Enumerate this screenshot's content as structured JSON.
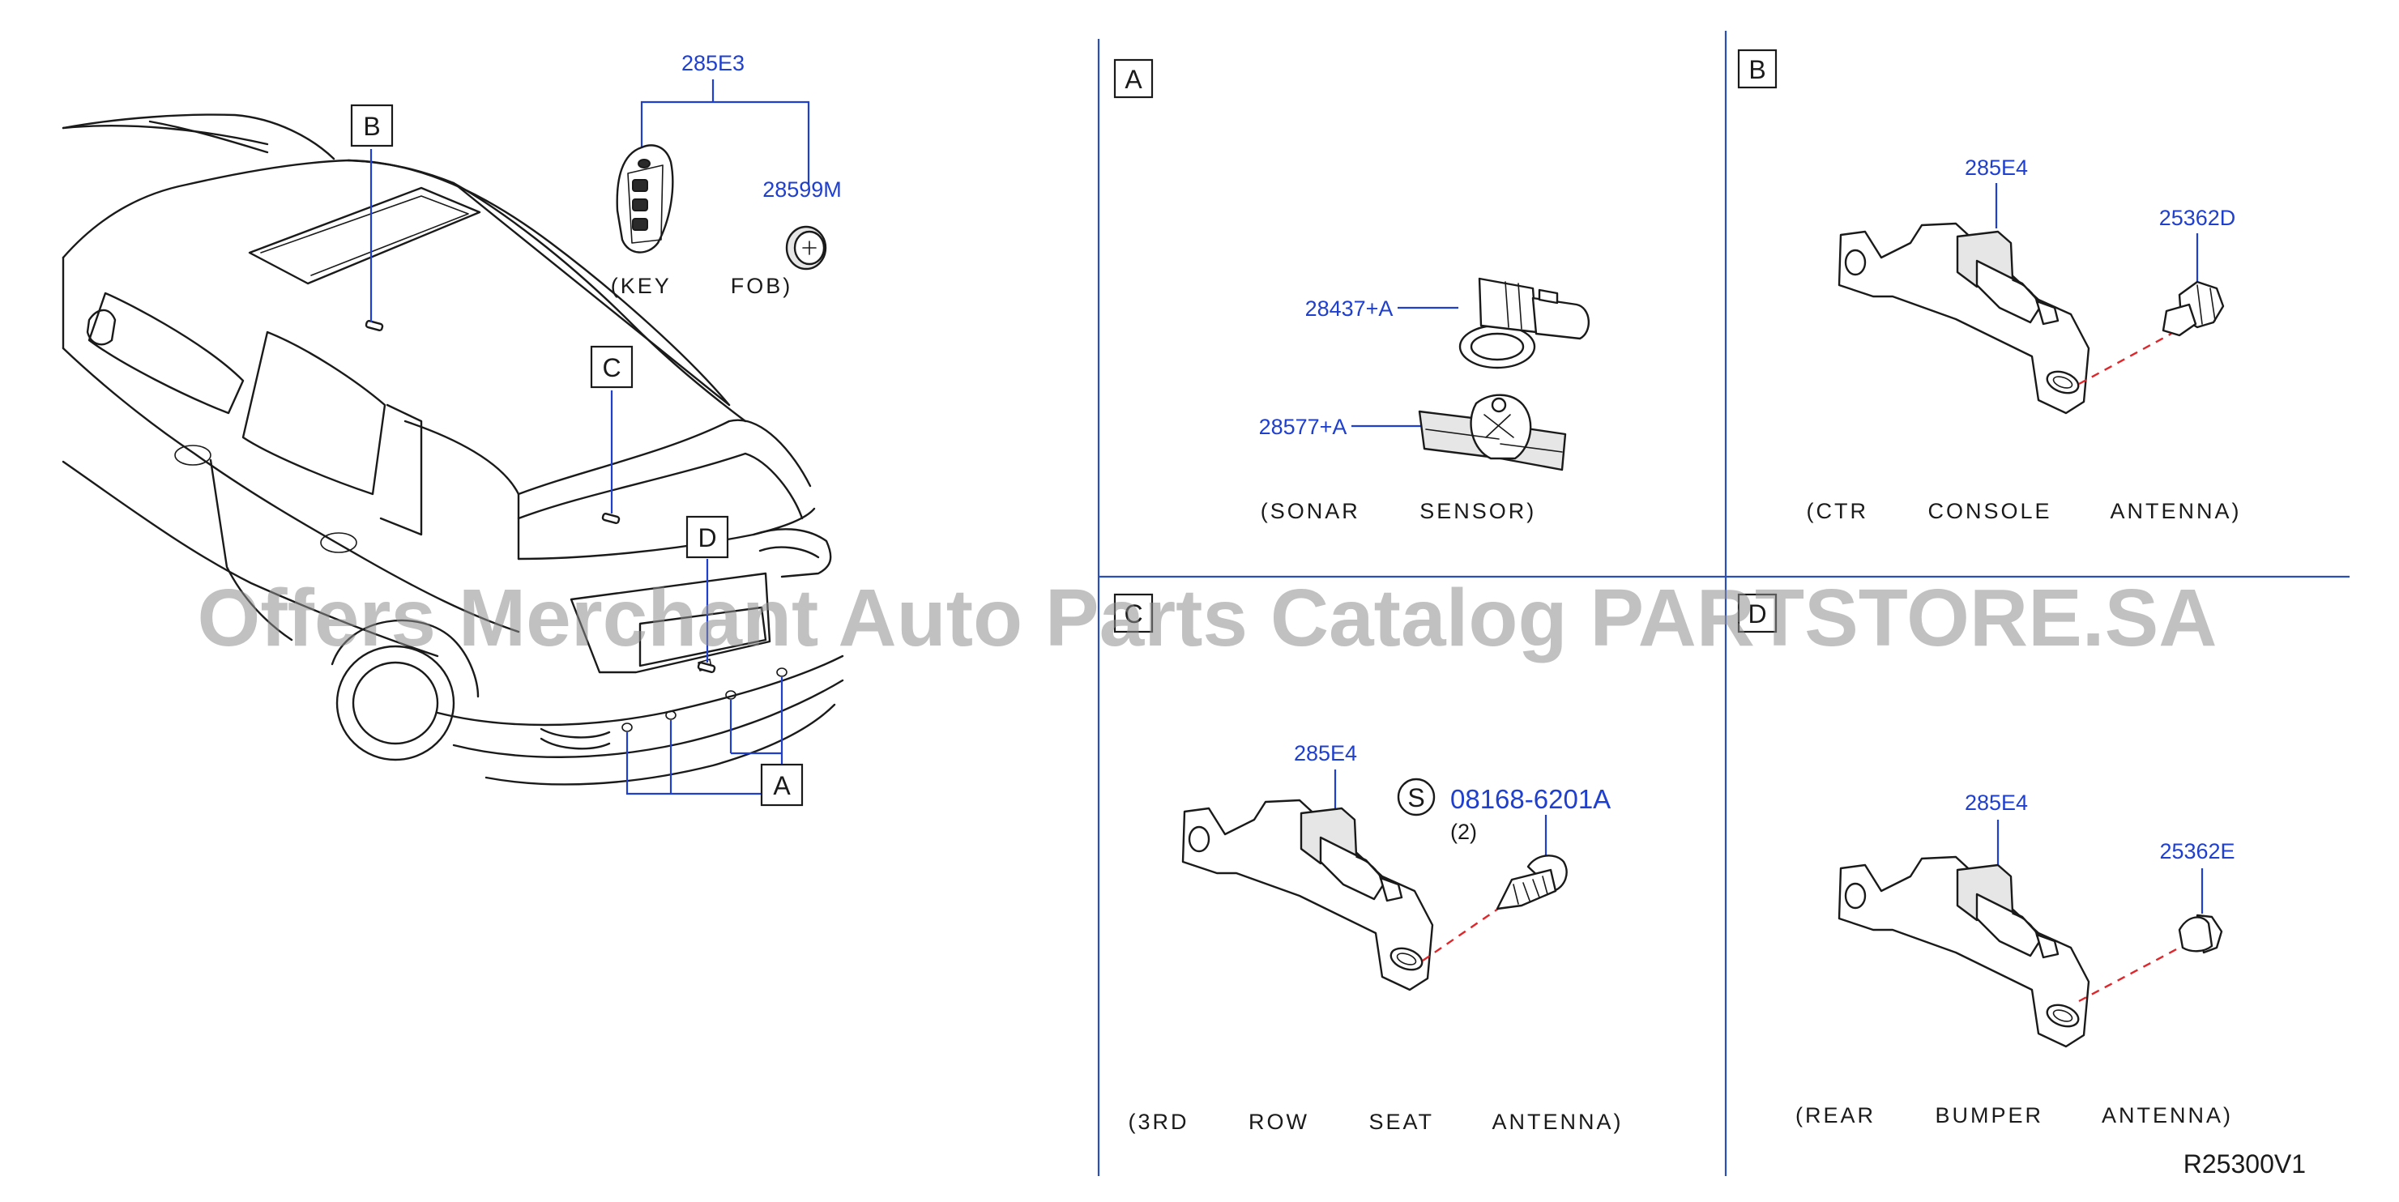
{
  "callouts": {
    "a": "A",
    "b": "B",
    "c": "C",
    "d": "D"
  },
  "parts": {
    "key_fob_group": "285E3",
    "key_fob_battery": "28599M",
    "sonar_sensor": "28437+A",
    "sonar_bracket": "28577+A",
    "ctr_console_antenna": "285E4",
    "ctr_console_clip": "25362D",
    "third_row_antenna": "285E4",
    "third_row_screw": "08168-6201A",
    "third_row_screw_qty": "(2)",
    "standard_symbol": "S",
    "rear_bumper_antenna": "285E4",
    "rear_bumper_clip": "25362E"
  },
  "captions": {
    "key_fob": "(KEY   FOB)",
    "sonar_sensor": "(SONAR   SENSOR)",
    "ctr_console": "(CTR   CONSOLE   ANTENNA)",
    "third_row": "(3RD   ROW   SEAT   ANTENNA)",
    "rear_bumper": "(REAR   BUMPER   ANTENNA)"
  },
  "diagram_ref": "R25300V1",
  "watermark": "Offers Merchant Auto Parts Catalog PARTSTORE.SA",
  "colors": {
    "part_number": "#1f3fcf",
    "leader": "#1f3fcf",
    "install_dash": "#e0262a",
    "separator": "#2b4fb8",
    "watermark": "#8e8e8e"
  }
}
